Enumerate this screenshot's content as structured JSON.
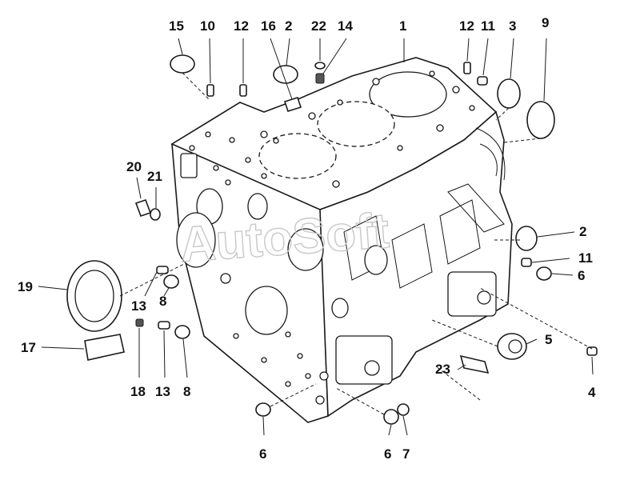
{
  "diagram": {
    "watermark": "AutoSoft",
    "callouts": [
      {
        "id": "c15",
        "text": "15"
      },
      {
        "id": "c10",
        "text": "10"
      },
      {
        "id": "c12a",
        "text": "12"
      },
      {
        "id": "c16",
        "text": "16"
      },
      {
        "id": "c2a",
        "text": "2"
      },
      {
        "id": "c22",
        "text": "22"
      },
      {
        "id": "c14",
        "text": "14"
      },
      {
        "id": "c1",
        "text": "1"
      },
      {
        "id": "c12b",
        "text": "12"
      },
      {
        "id": "c11a",
        "text": "11"
      },
      {
        "id": "c3",
        "text": "3"
      },
      {
        "id": "c9",
        "text": "9"
      },
      {
        "id": "c20",
        "text": "20"
      },
      {
        "id": "c21",
        "text": "21"
      },
      {
        "id": "c2b",
        "text": "2"
      },
      {
        "id": "c11b",
        "text": "11"
      },
      {
        "id": "c6a",
        "text": "6"
      },
      {
        "id": "c19",
        "text": "19"
      },
      {
        "id": "c13a",
        "text": "13"
      },
      {
        "id": "c8a",
        "text": "8"
      },
      {
        "id": "c5",
        "text": "5"
      },
      {
        "id": "c17",
        "text": "17"
      },
      {
        "id": "c23",
        "text": "23"
      },
      {
        "id": "c4",
        "text": "4"
      },
      {
        "id": "c18",
        "text": "18"
      },
      {
        "id": "c13b",
        "text": "13"
      },
      {
        "id": "c8b",
        "text": "8"
      },
      {
        "id": "c6b",
        "text": "6"
      },
      {
        "id": "c6c",
        "text": "6"
      },
      {
        "id": "c7",
        "text": "7"
      }
    ]
  }
}
